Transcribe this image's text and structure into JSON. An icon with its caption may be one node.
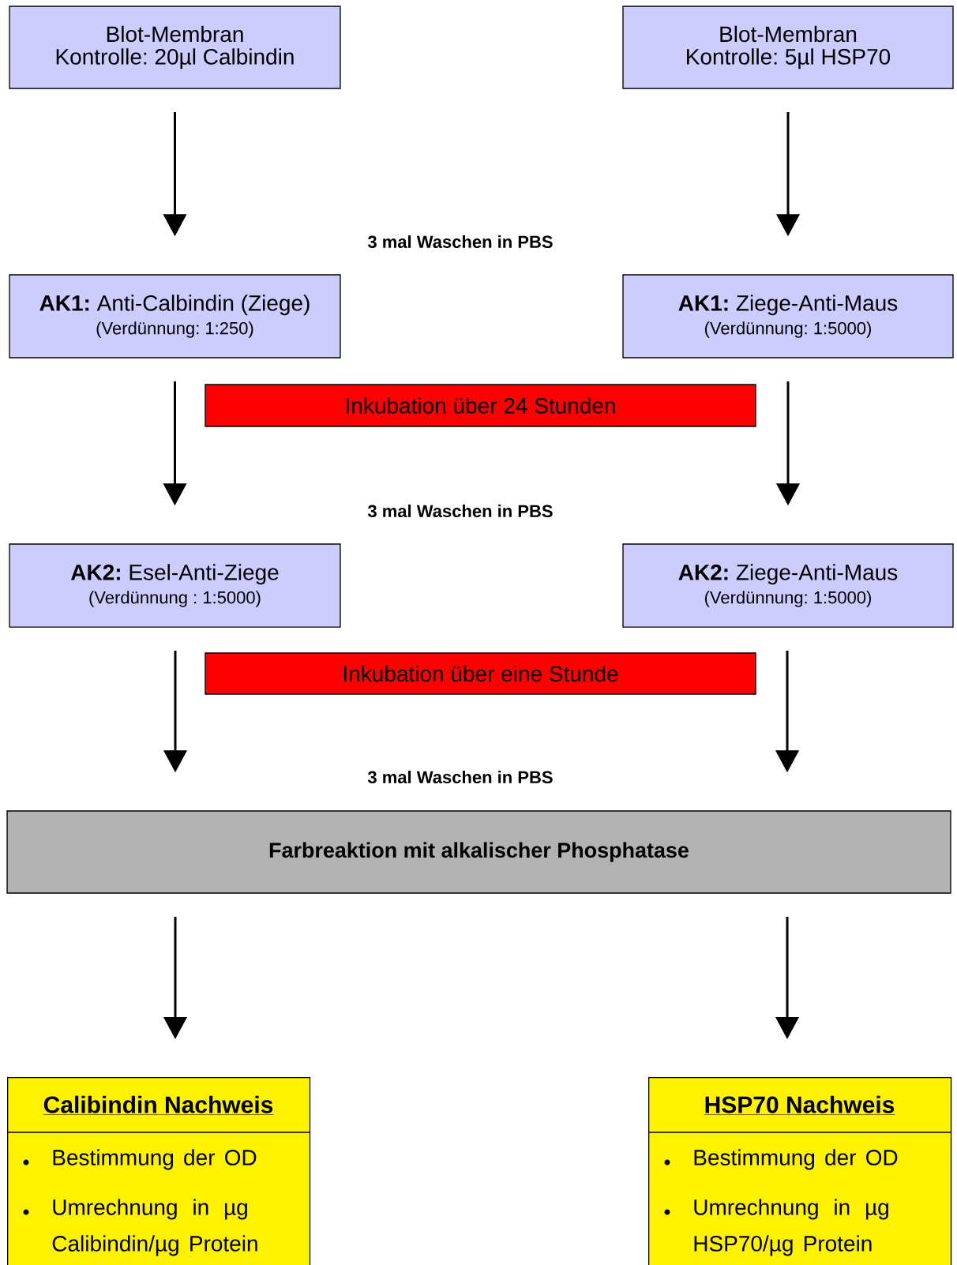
{
  "diagram": {
    "nodes": [
      {
        "text": [
          "Blot-Membran",
          "Kontrolle: 20µl Calbindin"
        ]
      },
      {
        "text": [
          "Blot-Membran",
          "Kontrolle: 5µl HSP70"
        ]
      },
      {
        "text": [
          "**AK1:** Anti-Calbindin (Ziege)",
          "(Verdünnung: 1:250)"
        ]
      },
      {
        "text": [
          "**AK1:** Ziege-Anti-Maus",
          "(Verdünnung: 1:5000)"
        ]
      },
      {
        "text": [
          "Inkubation über 24 Stunden"
        ]
      },
      {
        "text": [
          "**AK2:** Esel-Anti-Ziege",
          "(Verdünnung : 1:5000)"
        ]
      },
      {
        "text": [
          "**AK2:** Ziege-Anti-Maus",
          "(Verdünnung: 1:5000)"
        ]
      },
      {
        "text": [
          "Inkubation über eine Stunde"
        ]
      },
      {
        "text": [
          "Farbreaktion mit alkalischer Phosphatase"
        ]
      },
      {
        "text": [
          "Calibindin Nachweis",
          "Bestimmung der OD",
          "Umrechnung in µg Calibindin/µg Protein"
        ]
      },
      {
        "text": [
          "HSP70 Nachweis",
          "Bestimmung der OD",
          "Umrechnung in µg HSP70/µg Protein"
        ]
      }
    ],
    "edges": [
      {
        "from": 0,
        "to": 2,
        "arrow": "to"
      },
      {
        "from": 1,
        "to": 3,
        "arrow": "to"
      },
      {
        "from": 2,
        "to": 5,
        "arrow": "to"
      },
      {
        "from": 3,
        "to": 6,
        "arrow": "to"
      },
      {
        "from": 5,
        "to": 8,
        "arrow": "to"
      },
      {
        "from": 6,
        "to": 8,
        "arrow": "to"
      },
      {
        "from": 8,
        "to": 9,
        "arrow": "to"
      },
      {
        "from": 8,
        "to": 10,
        "arrow": "to"
      }
    ],
    "labels": [
      "3 mal Waschen in PBS",
      "3 mal Waschen in PBS",
      "3 mal Waschen in PBS"
    ]
  }
}
